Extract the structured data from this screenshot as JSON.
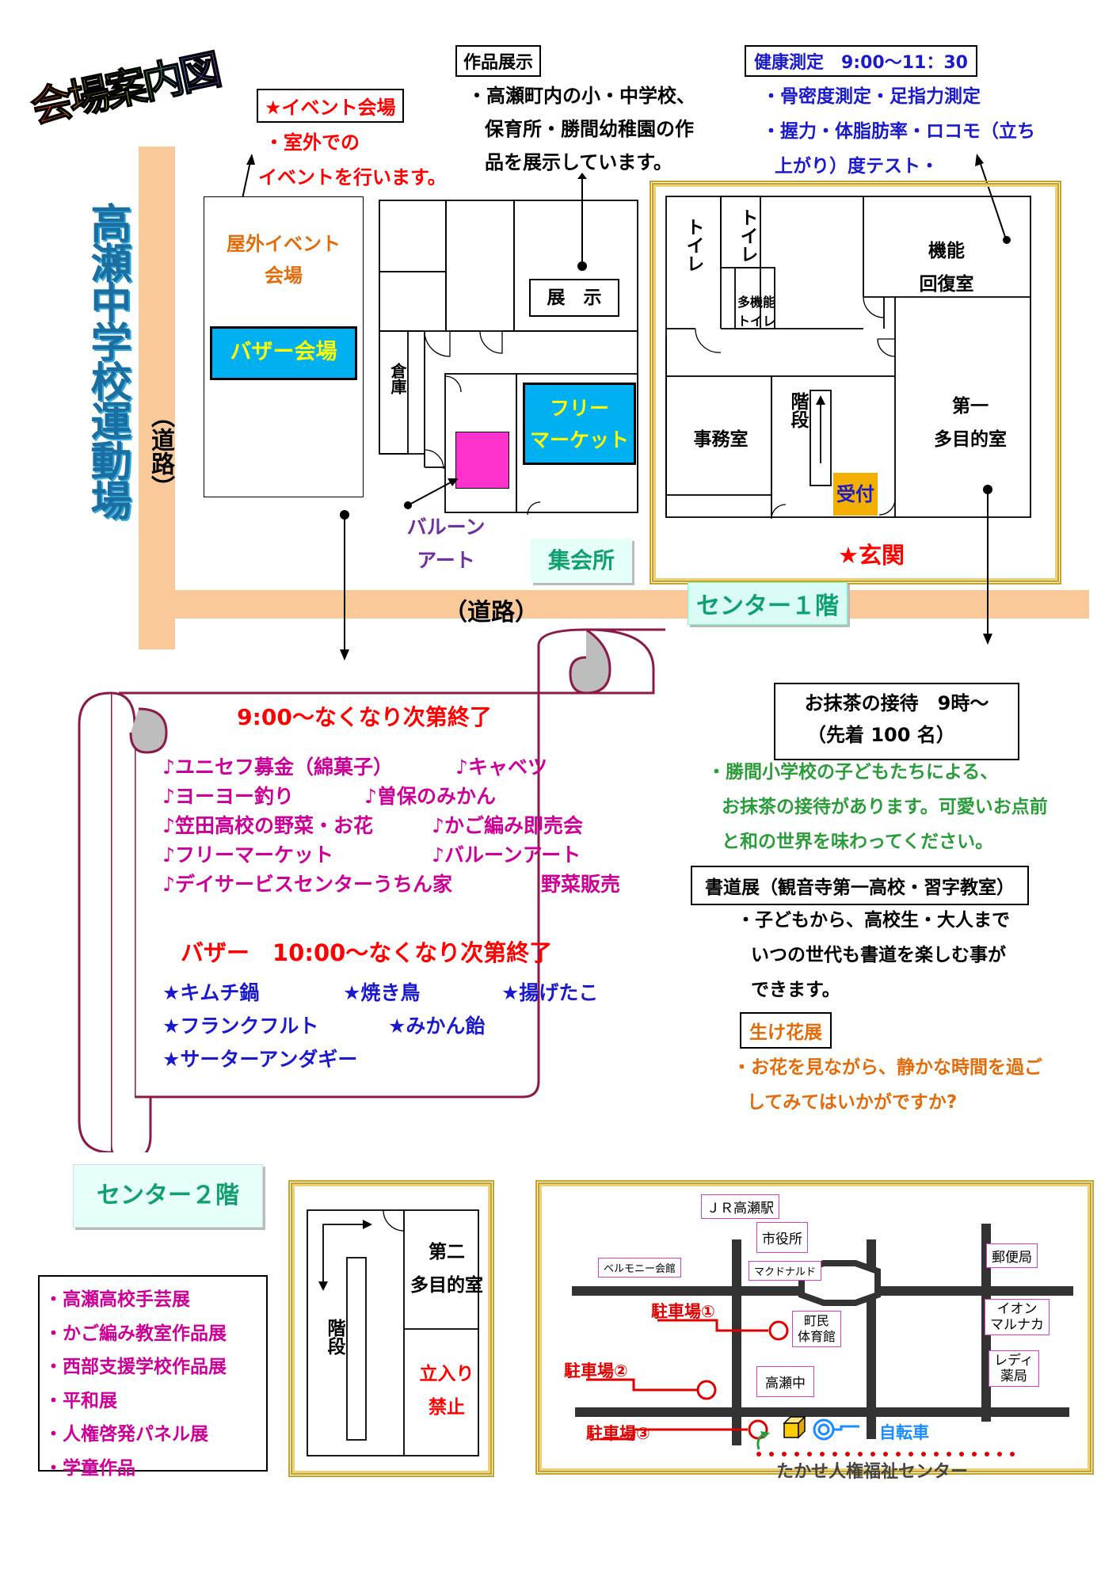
{
  "title": "会場案内図",
  "field_label": "高瀬中学校運動場",
  "road_vertical": "（道路）",
  "road_horizontal": "（道路）",
  "event_venue": {
    "heading": "★イベント会場",
    "lines": [
      "・室外での",
      "イベントを行います。"
    ]
  },
  "works_exhibit": {
    "heading": "作品展示",
    "lines": [
      "・高瀬町内の小・中学校、",
      "保育所・勝間幼稚園の作",
      "品を展示しています。"
    ]
  },
  "health": {
    "heading": "健康測定　9:00～11：30",
    "lines": [
      "・骨密度測定・足指力測定",
      "・握力・体脂肪率・ロコモ（立ち",
      "上がり）度テスト・"
    ]
  },
  "map": {
    "outdoor_event": "屋外イベント\n会場",
    "bazaar_hall": "バザー会場",
    "tenji": "展　示",
    "storage": "倉庫",
    "free_market": "フリー\nマーケット",
    "balloon_art": "バルーン\nアート",
    "community_hall": "集会所",
    "toilet1": "トイレ",
    "toilet2": "トイレ",
    "multi_toilet": "多機能\nトイレ",
    "rehab_room": "機能\n回復室",
    "office": "事務室",
    "stairs": "階段",
    "multi_room_1": "第一\n多目的室",
    "reception": "受付",
    "entrance": "★玄関",
    "center_1f": "センター１階"
  },
  "scroll": {
    "heading": "9:00～なくなり次第終了",
    "items": [
      [
        "♪ユニセフ募金（綿菓子）",
        "♪キャベツ"
      ],
      [
        "♪ヨーヨー釣り",
        "♪曽保のみかん"
      ],
      [
        "♪笠田高校の野菜・お花",
        "♪かご編み即売会"
      ],
      [
        "♪フリーマーケット",
        "♪バルーンアート"
      ],
      [
        "♪デイサービスセンターうちん家",
        "野菜販売"
      ]
    ],
    "bazaar_heading": "バザー　10:00～なくなり次第終了",
    "bazaar_items": [
      [
        "★キムチ鍋",
        "★焼き鳥",
        "★揚げたこ"
      ],
      [
        "★フランクフルト",
        "★みかん飴"
      ],
      [
        "★サーターアンダギー"
      ]
    ]
  },
  "matcha": {
    "heading": "お抹茶の接待　9時～",
    "sub": "（先着 100 名）",
    "lines": [
      "・勝間小学校の子どもたちによる、",
      "お抹茶の接待があります。可愛いお点前",
      "と和の世界を味わってください。"
    ]
  },
  "calligraphy": {
    "heading": "書道展（観音寺第一高校・習字教室）",
    "lines": [
      "・子どもから、高校生・大人まで",
      "いつの世代も書道を楽しむ事が",
      "できます。"
    ]
  },
  "ikebana": {
    "heading": "生け花展",
    "lines": [
      "・お花を見ながら、静かな時間を過ご",
      "してみてはいかがですか?"
    ]
  },
  "center_2f": {
    "tag": "センター２階",
    "list": [
      "・高瀬高校手芸展",
      "・かご編み教室作品展",
      "・西部支援学校作品展",
      "・平和展",
      "・人権啓発パネル展",
      "・学童作品"
    ],
    "stairs": "階段",
    "multi_room_2": "第二\n多目的室",
    "no_entry": "立入り\n禁止"
  },
  "access": {
    "jr": "ＪＲ高瀬駅",
    "city_hall": "市役所",
    "belmony": "ベルモニー会館",
    "mcd": "マクドナルド",
    "post": "郵便局",
    "parking1": "駐車場①",
    "parking2": "駐車場②",
    "parking3": "駐車場③",
    "gym": "町民\n体育館",
    "jhs": "高瀬中",
    "aeon": "イオン\nマルナカ",
    "lady": "レディ\n薬局",
    "bicycle": "自転車",
    "center": "たかせ人権福祉センター"
  },
  "colors": {
    "road": "#f9c99a",
    "gold": "#c9a227",
    "bazaar_bg": "#00b0f0",
    "yellow": "#ffff00",
    "magenta": "#ff33cc",
    "red": "#ff0000",
    "orange": "#e36c0a",
    "green": "#2a9d3a",
    "blue": "#1a1acc",
    "purple": "#7030a0",
    "pink_text": "#cc0099",
    "teal": "#10a070"
  }
}
